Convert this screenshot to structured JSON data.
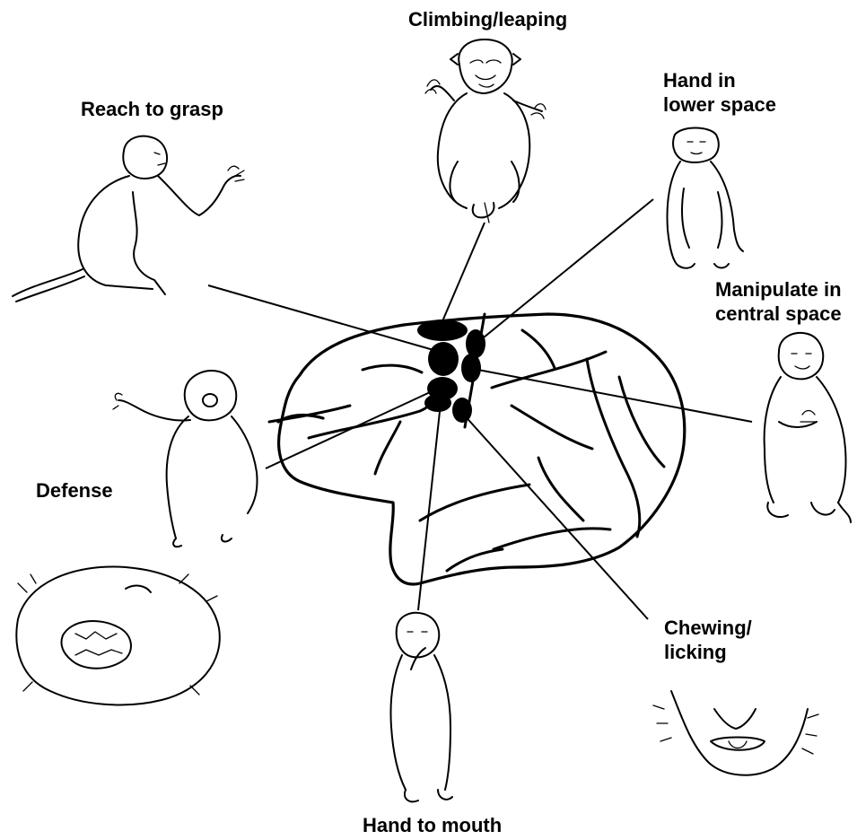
{
  "labels": {
    "climbing": "Climbing/leaping",
    "reach": "Reach to grasp",
    "hand_lower_1": "Hand in",
    "hand_lower_2": "lower space",
    "manipulate_1": "Manipulate in",
    "manipulate_2": "central space",
    "defense": "Defense",
    "chewing_1": "Chewing/",
    "chewing_2": "licking",
    "hand_mouth": "Hand to mouth"
  },
  "colors": {
    "ink": "#000000",
    "background": "#ffffff"
  },
  "icons": [
    "brain-outline-icon",
    "monkey-climbing-icon",
    "monkey-reaching-icon",
    "monkey-hand-lower-icon",
    "monkey-manipulate-icon",
    "monkey-defense-icon",
    "monkey-defense-face-icon",
    "monkey-hand-to-mouth-icon",
    "monkey-chewing-face-icon"
  ]
}
